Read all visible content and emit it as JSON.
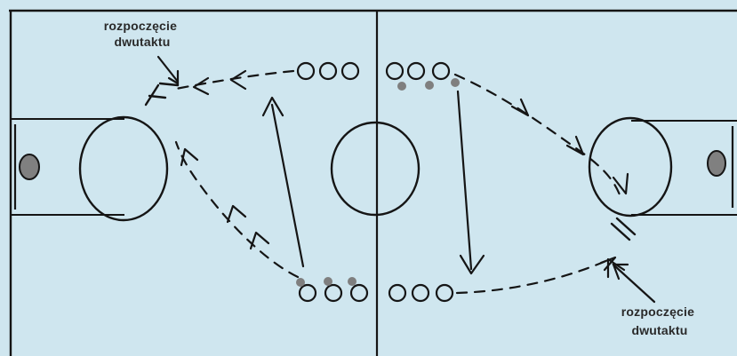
{
  "diagram": {
    "colors": {
      "court_fill": "#cfe6ef",
      "line": "#151515",
      "player_marker": "#7f7f7f",
      "text": "#2a2a2a"
    },
    "annotations": [
      {
        "id": "left",
        "text": "rozpoczęcie\ndwutaktu"
      },
      {
        "id": "right",
        "text": "rozpoczęcie\ndwutaktu"
      }
    ],
    "icon_names": [
      "basketball-court",
      "player-circle",
      "cone-marker",
      "arrow-pass"
    ]
  }
}
